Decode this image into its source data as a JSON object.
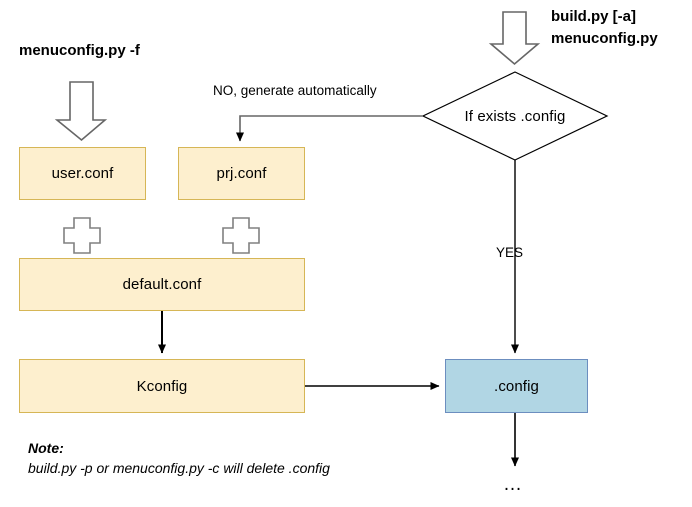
{
  "diagram": {
    "title_left": "menuconfig.py -f",
    "title_right_line1": "build.py [-a]",
    "title_right_line2": "menuconfig.py",
    "nodes": {
      "user_conf": "user.conf",
      "prj_conf": "prj.conf",
      "default_conf": "default.conf",
      "kconfig": "Kconfig",
      "config": ".config",
      "decision": "If exists .config",
      "terminator": "…"
    },
    "edge_labels": {
      "no_branch": "NO, generate automatically",
      "yes_branch": "YES"
    },
    "plus_symbols": {
      "left": "+",
      "right": "+"
    },
    "note": {
      "title": "Note:",
      "body": "build.py -p or menuconfig.py -c will delete .config"
    },
    "colors": {
      "conf_fill": "#FDEFCE",
      "conf_stroke": "#D6B656",
      "config_fill": "#B1D6E4",
      "config_stroke": "#6C8EBF",
      "line": "#000000",
      "block_arrow_stroke": "#666666",
      "background": "#FFFFFF"
    }
  }
}
